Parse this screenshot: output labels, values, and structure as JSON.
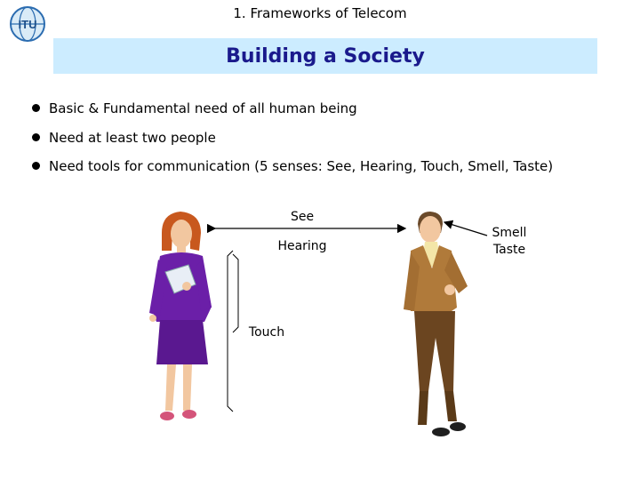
{
  "header": {
    "title": "1. Frameworks of Telecom",
    "logo_text": "ITU"
  },
  "slide": {
    "title": "Building a Society"
  },
  "bullets": [
    "Basic & Fundamental need of all human being",
    "Need at least two people",
    "Need tools for communication (5 senses: See, Hearing, Touch, Smell, Taste)"
  ],
  "diagram": {
    "labels": {
      "see": "See",
      "hearing": "Hearing",
      "touch": "Touch",
      "smell": "Smell",
      "taste": "Taste"
    }
  },
  "colors": {
    "title_band": "#ccecff",
    "title_text": "#1a1a8c",
    "woman_suit": "#6b1fa8",
    "man_jacket": "#b07a3a",
    "man_trousers": "#6b4520"
  }
}
